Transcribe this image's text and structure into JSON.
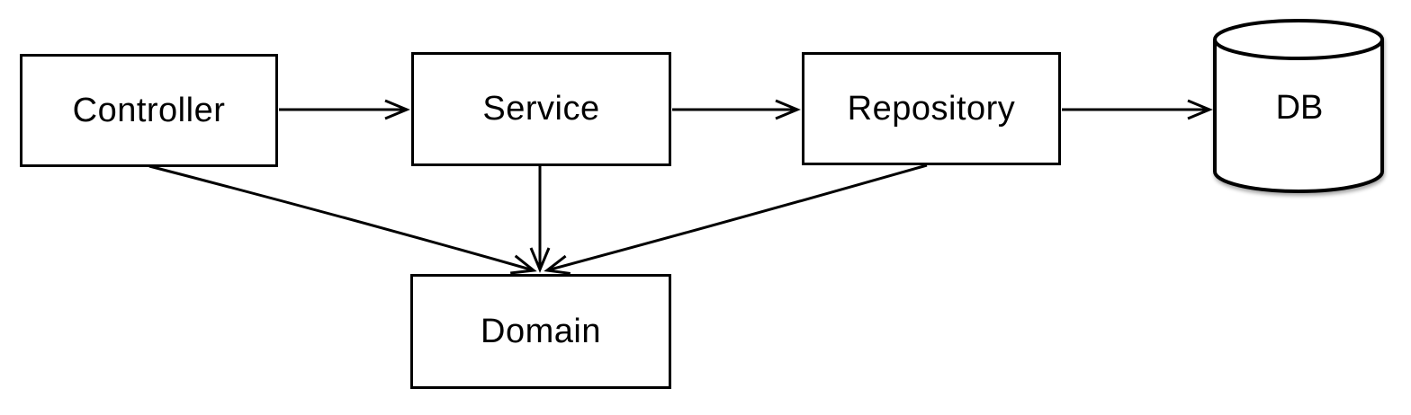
{
  "diagram": {
    "type": "architecture-diagram",
    "background_color": "#ffffff",
    "stroke_color": "#000000",
    "node_fill_color": "#ffffff",
    "text_color": "#000000",
    "arrowhead_style": "open",
    "nodes": [
      {
        "id": "controller",
        "label": "Controller",
        "shape": "rectangle"
      },
      {
        "id": "service",
        "label": "Service",
        "shape": "rectangle"
      },
      {
        "id": "repository",
        "label": "Repository",
        "shape": "rectangle"
      },
      {
        "id": "db",
        "label": "DB",
        "shape": "cylinder"
      },
      {
        "id": "domain",
        "label": "Domain",
        "shape": "rectangle"
      }
    ],
    "edges": [
      {
        "from": "Controller",
        "to": "Service",
        "direction": "right"
      },
      {
        "from": "Service",
        "to": "Repository",
        "direction": "right"
      },
      {
        "from": "Repository",
        "to": "DB",
        "direction": "right"
      },
      {
        "from": "Controller",
        "to": "Domain",
        "direction": "down"
      },
      {
        "from": "Service",
        "to": "Domain",
        "direction": "down"
      },
      {
        "from": "Repository",
        "to": "Domain",
        "direction": "down"
      }
    ]
  }
}
